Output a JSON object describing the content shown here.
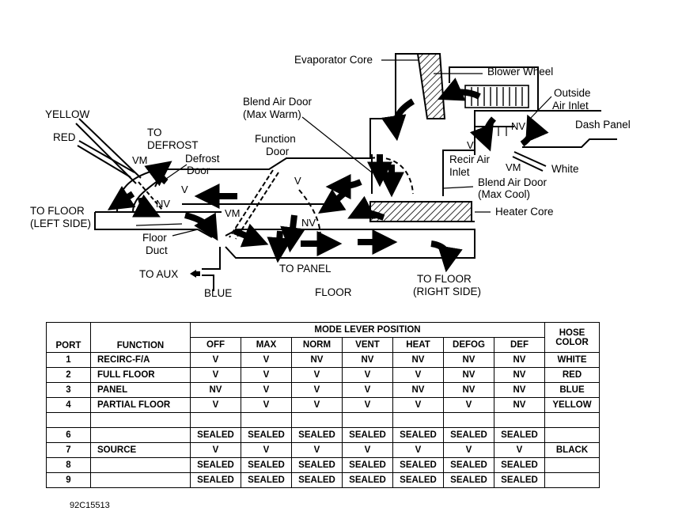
{
  "labels": {
    "evaporator_core": "Evaporator Core",
    "blower_wheel": "Blower Wheel",
    "outside_air_inlet_1": "Outside",
    "outside_air_inlet_2": "Air Inlet",
    "dash_panel": "Dash Panel",
    "blend_air_door_warm_1": "Blend Air Door",
    "blend_air_door_warm_2": "(Max Warm)",
    "yellow": "YELLOW",
    "red": "RED",
    "to_defrost_1": "TO",
    "to_defrost_2": "DEFROST",
    "function_door_1": "Function",
    "function_door_2": "Door",
    "defrost_door_1": "Defrost",
    "defrost_door_2": "Door",
    "recir_air_inlet_1": "Recir Air",
    "recir_air_inlet_2": "Inlet",
    "white": "White",
    "blend_air_door_cool_1": "Blend Air Door",
    "blend_air_door_cool_2": "(Max Cool)",
    "heater_core": "Heater Core",
    "to_floor_left_1": "TO FLOOR",
    "to_floor_left_2": "(LEFT SIDE)",
    "floor_duct_1": "Floor",
    "floor_duct_2": "Duct",
    "to_aux": "TO AUX",
    "blue": "BLUE",
    "to_panel": "TO PANEL",
    "floor": "FLOOR",
    "to_floor_right_1": "TO FLOOR",
    "to_floor_right_2": "(RIGHT SIDE)",
    "vm": "VM",
    "v": "V",
    "nv": "NV"
  },
  "table": {
    "header": {
      "port": "PORT",
      "function": "FUNCTION",
      "mode_lever": "MODE LEVER POSITION",
      "hose_color_1": "HOSE",
      "hose_color_2": "COLOR",
      "modes": [
        "OFF",
        "MAX",
        "NORM",
        "VENT",
        "HEAT",
        "DEFOG",
        "DEF"
      ]
    },
    "rows": [
      {
        "port": "1",
        "function": "RECIRC-F/A",
        "values": [
          "V",
          "V",
          "NV",
          "NV",
          "NV",
          "NV",
          "NV"
        ],
        "hose": "WHITE"
      },
      {
        "port": "2",
        "function": "FULL FLOOR",
        "values": [
          "V",
          "V",
          "V",
          "V",
          "V",
          "NV",
          "NV"
        ],
        "hose": "RED"
      },
      {
        "port": "3",
        "function": "PANEL",
        "values": [
          "NV",
          "V",
          "V",
          "V",
          "NV",
          "NV",
          "NV"
        ],
        "hose": "BLUE"
      },
      {
        "port": "4",
        "function": "PARTIAL FLOOR",
        "values": [
          "V",
          "V",
          "V",
          "V",
          "V",
          "V",
          "NV"
        ],
        "hose": "YELLOW"
      },
      {
        "port": "",
        "function": "",
        "values": [
          "",
          "",
          "",
          "",
          "",
          "",
          ""
        ],
        "hose": ""
      },
      {
        "port": "6",
        "function": "",
        "values": [
          "SEALED",
          "SEALED",
          "SEALED",
          "SEALED",
          "SEALED",
          "SEALED",
          "SEALED"
        ],
        "hose": ""
      },
      {
        "port": "7",
        "function": "SOURCE",
        "values": [
          "V",
          "V",
          "V",
          "V",
          "V",
          "V",
          "V"
        ],
        "hose": "BLACK"
      },
      {
        "port": "8",
        "function": "",
        "values": [
          "SEALED",
          "SEALED",
          "SEALED",
          "SEALED",
          "SEALED",
          "SEALED",
          "SEALED"
        ],
        "hose": ""
      },
      {
        "port": "9",
        "function": "",
        "values": [
          "SEALED",
          "SEALED",
          "SEALED",
          "SEALED",
          "SEALED",
          "SEALED",
          "SEALED"
        ],
        "hose": ""
      }
    ]
  },
  "figure_id": "92C15513"
}
